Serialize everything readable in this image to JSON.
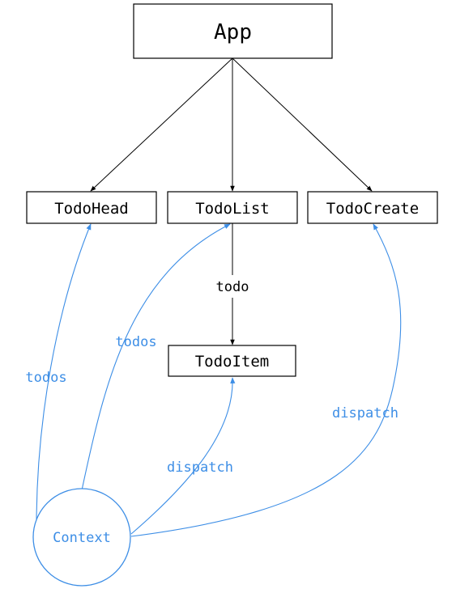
{
  "nodes": {
    "app": "App",
    "todo_head": "TodoHead",
    "todo_list": "TodoList",
    "todo_create": "TodoCreate",
    "todo_item": "TodoItem",
    "context": "Context"
  },
  "edge_labels": {
    "list_to_item": "todo",
    "context_to_head": "todos",
    "context_to_list": "todos",
    "context_to_item": "dispatch",
    "context_to_create": "dispatch"
  },
  "colors": {
    "black": "#000000",
    "blue": "#3d8ee6"
  }
}
